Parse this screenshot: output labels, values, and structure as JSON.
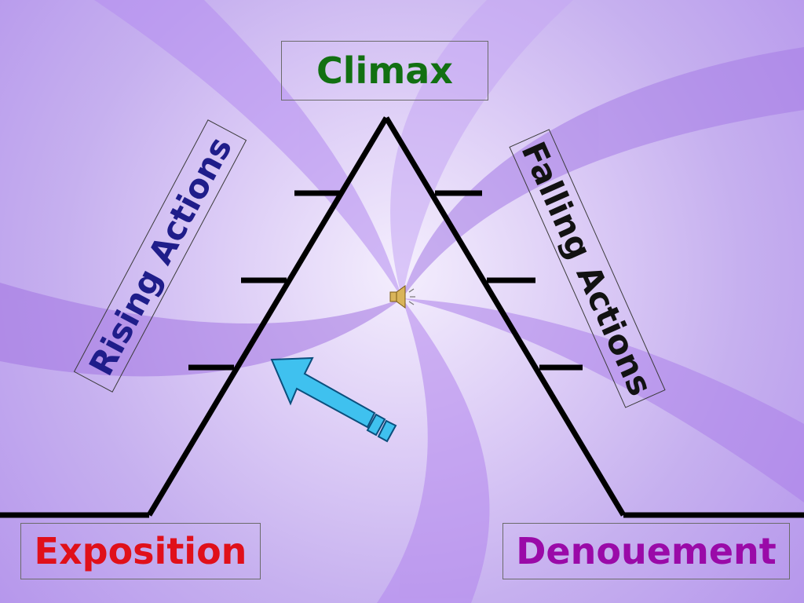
{
  "diagram": {
    "climax": "Climax",
    "rising": "Rising Actions",
    "falling": "Falling Actions",
    "exposition": "Exposition",
    "denouement": "Denouement"
  },
  "colors": {
    "climax": "#127012",
    "rising": "#1f1d8a",
    "falling": "#121212",
    "exposition": "#e0101a",
    "denouement": "#9a0aa8",
    "lines": "#000000",
    "arrow": "#3fc1ef"
  },
  "icons": {
    "sound": "speaker-icon",
    "direction": "arrow-icon"
  }
}
